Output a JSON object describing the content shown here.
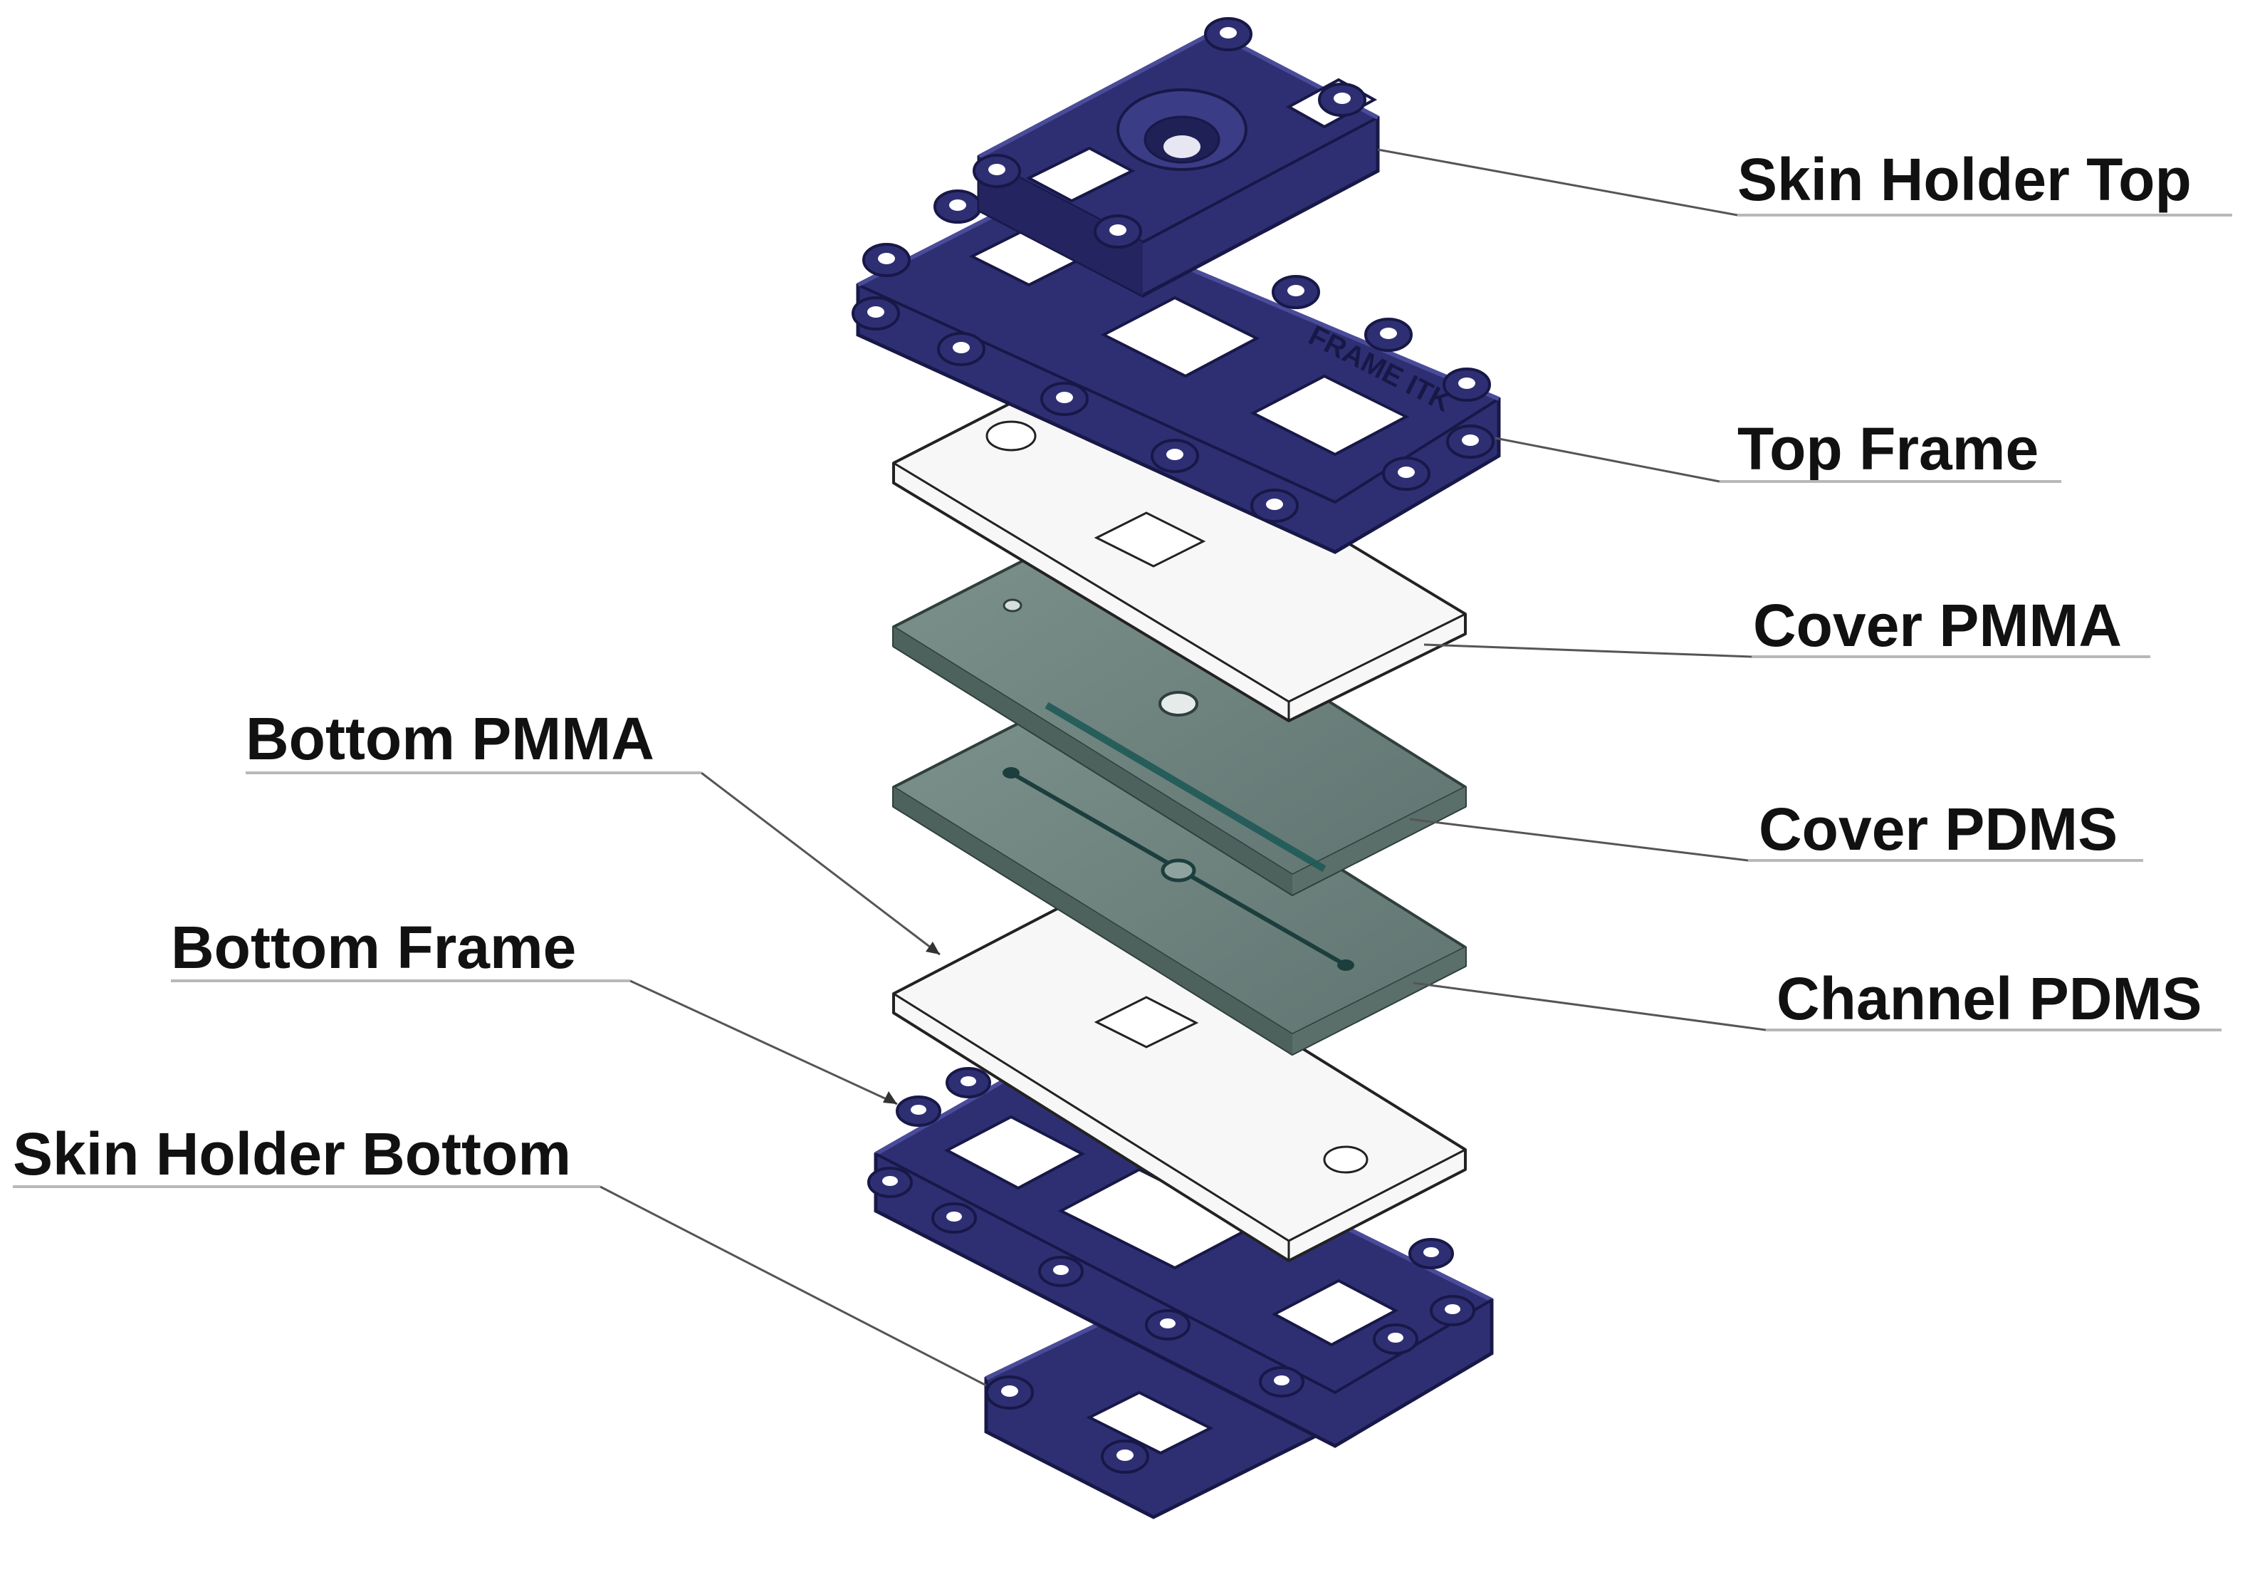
{
  "diagram": {
    "type": "exploded-assembly",
    "labels": {
      "skin_holder_top": "Skin Holder Top",
      "top_frame": "Top Frame",
      "cover_pmma": "Cover PMMA",
      "cover_pdms": "Cover PDMS",
      "channel_pdms": "Channel PDMS",
      "bottom_pmma": "Bottom PMMA",
      "bottom_frame": "Bottom Frame",
      "skin_holder_bottom": "Skin Holder Bottom"
    },
    "engraving": "FRAME ITK",
    "colors": {
      "frame": "#2e2f73",
      "frame_dark": "#181848",
      "frame_light": "#4a4c9a",
      "pmma": "#f7f7f7",
      "pdms": "#6f8580",
      "pdms_dark": "#4d625d",
      "channel": "#1c3f3d",
      "leader": "#555555"
    }
  }
}
